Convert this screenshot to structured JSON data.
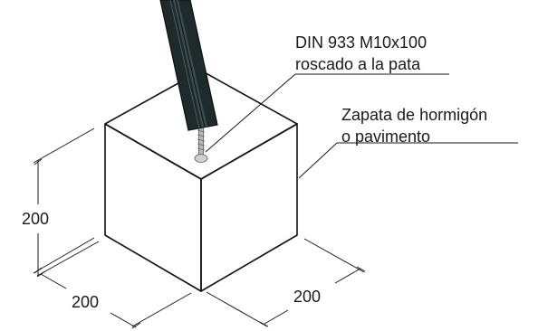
{
  "annotations": {
    "bolt_line1": "DIN 933 M10x100",
    "bolt_line2": "roscado a la pata",
    "footing_line1": "Zapata de hormigón",
    "footing_line2": "o pavimento"
  },
  "dimensions": {
    "height": "200",
    "width_left": "200",
    "width_right": "200"
  },
  "colors": {
    "block_top": "#ffffff",
    "block_left": "#ebebeb",
    "block_right": "#f4f4f4",
    "post": "#1e2a2b",
    "outline": "#111111"
  }
}
